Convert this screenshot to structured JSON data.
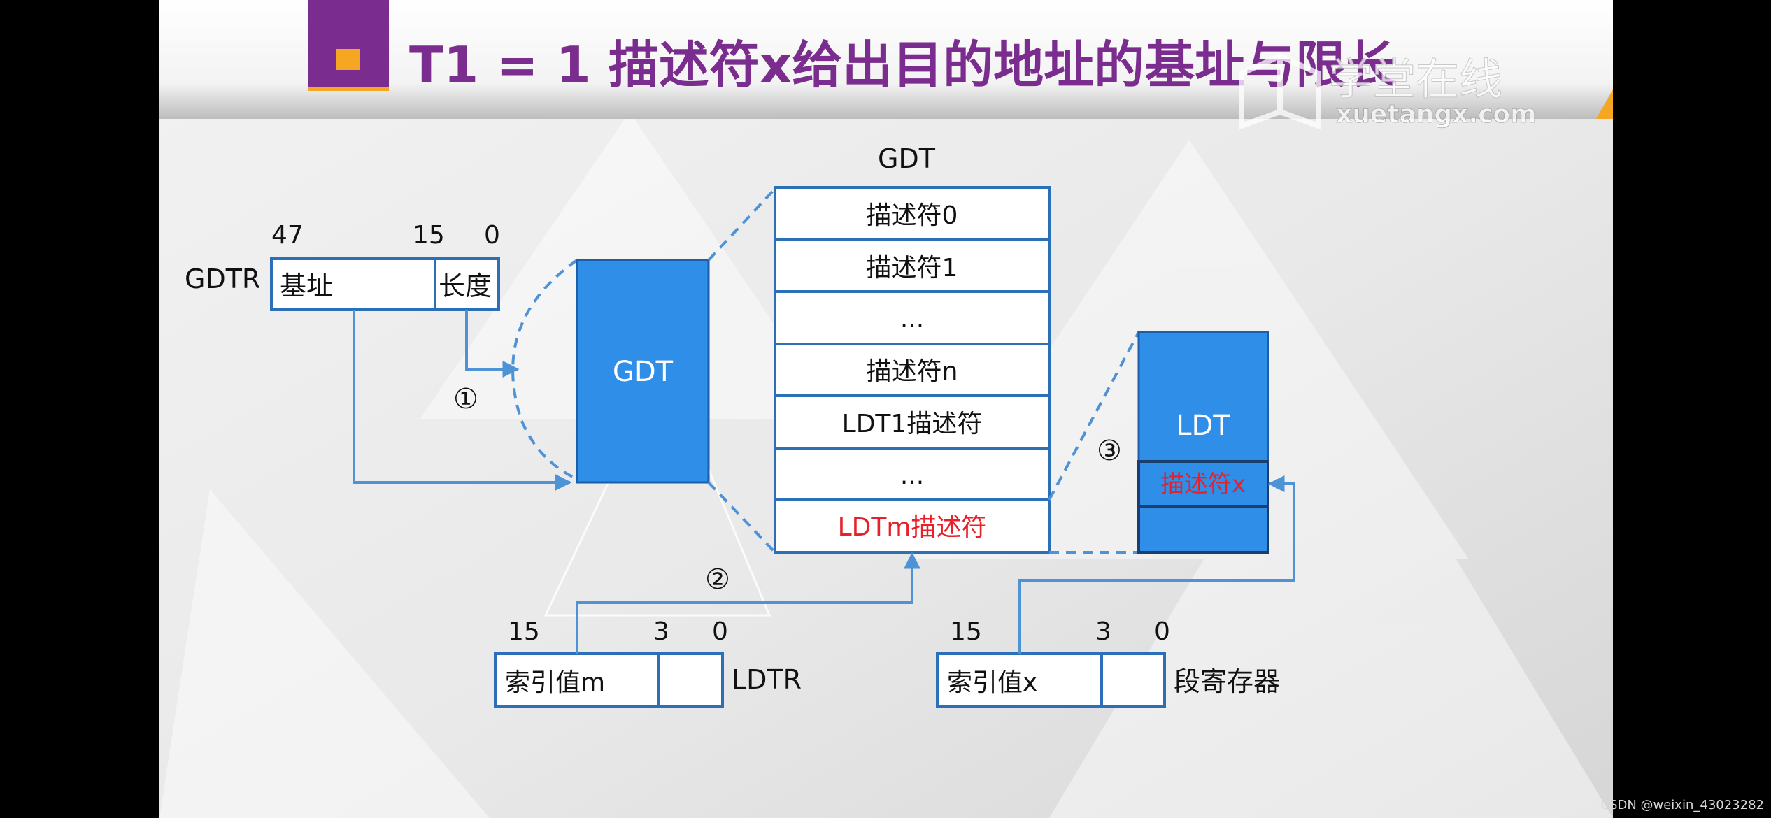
{
  "title": "T1 = 1 描述符x给出目的地址的基址与限长",
  "watermark": {
    "cn": "学堂在线",
    "url": "xuetangx.com"
  },
  "footer_credit": "CSDN @weixin_43023282",
  "gdtr": {
    "label": "GDTR",
    "bit_high": "47",
    "bit_mid": "15",
    "bit_low": "0",
    "base": "基址",
    "limit": "长度"
  },
  "gdt_block": {
    "label": "GDT"
  },
  "gdt_table": {
    "title": "GDT",
    "rows": [
      "描述符0",
      "描述符1",
      "...",
      "描述符n",
      "LDT1描述符",
      "...",
      "LDTm描述符"
    ]
  },
  "ldt_block": {
    "label": "LDT",
    "desc_x": "描述符x"
  },
  "steps": [
    "①",
    "②",
    "③"
  ],
  "ldtr": {
    "label": "LDTR",
    "bit_high": "15",
    "bit_mid": "3",
    "bit_low": "0",
    "index": "索引值m"
  },
  "segreg": {
    "label": "段寄存器",
    "bit_high": "15",
    "bit_mid": "3",
    "bit_low": "0",
    "index": "索引值x"
  },
  "colors": {
    "accent_purple": "#7a2d8e",
    "blue": "#2f8ee8",
    "line_blue": "#4e93d6",
    "red": "#e8202a",
    "orange": "#f5a623"
  }
}
